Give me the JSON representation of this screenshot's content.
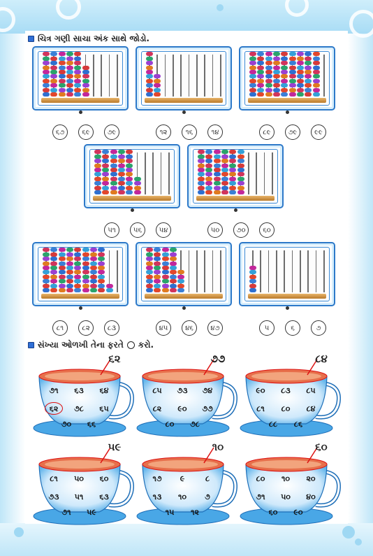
{
  "section1": {
    "heading": "ચિત્ર ગણી સાચા અંક સાથે જોડો.",
    "abacus_rows": [
      {
        "items": [
          {
            "beads": [
              10,
              10,
              10,
              10,
              10,
              7,
              0,
              0,
              0,
              0
            ],
            "options": [
              "૬૭",
              "૬૯",
              "૭૯"
            ]
          },
          {
            "beads": [
              10,
              5,
              0,
              0,
              0,
              0,
              0,
              0,
              0,
              0
            ],
            "options": [
              "૧૨",
              "૧૬",
              "૧૪"
            ]
          },
          {
            "beads": [
              10,
              10,
              10,
              10,
              10,
              10,
              10,
              10,
              10,
              0
            ],
            "options": [
              "૮૯",
              "૭૯",
              "૯૯"
            ]
          }
        ]
      },
      {
        "items": [
          {
            "beads": [
              10,
              10,
              10,
              10,
              10,
              4,
              0,
              0,
              0,
              0
            ],
            "options": [
              "૫૧",
              "૫૬",
              "૫૪"
            ]
          },
          {
            "beads": [
              10,
              10,
              10,
              10,
              10,
              10,
              0,
              0,
              0,
              0
            ],
            "options": [
              "૫૦",
              "૭૦",
              "૬૦"
            ]
          }
        ]
      },
      {
        "items": [
          {
            "beads": [
              10,
              10,
              10,
              10,
              10,
              10,
              10,
              10,
              2,
              0
            ],
            "options": [
              "૮૧",
              "૮૨",
              "૮૩"
            ]
          },
          {
            "beads": [
              10,
              10,
              10,
              10,
              5,
              0,
              0,
              0,
              0,
              0
            ],
            "options": [
              "૪૫",
              "૪૬",
              "૪૭"
            ]
          },
          {
            "beads": [
              6,
              0,
              0,
              0,
              0,
              0,
              0,
              0,
              0,
              0
            ],
            "options": [
              "૫",
              "૬",
              "૭"
            ]
          }
        ]
      }
    ]
  },
  "section2": {
    "heading_part1": "સંખ્યા ઓળખી તેના ફરતે",
    "heading_part2": "કરો.",
    "cups": [
      {
        "tag": "૬૨",
        "numbers": [
          "૭૧",
          "૬૩",
          "૬૪",
          "૬૨",
          "૭૮",
          "૬૫",
          "૭૦",
          "૬૬"
        ],
        "example_circled": "૬૨"
      },
      {
        "tag": "૭૭",
        "numbers": [
          "૮૫",
          "૭૩",
          "૭૪",
          "૮૨",
          "૯૦",
          "૭૭",
          "૮૦",
          "૭૮"
        ]
      },
      {
        "tag": "૮૪",
        "numbers": [
          "૯૦",
          "૮૩",
          "૮૫",
          "૮૧",
          "૮૦",
          "૮૪",
          "૮૮",
          "૮૬"
        ]
      },
      {
        "tag": "૫૯",
        "numbers": [
          "૮૧",
          "૫૦",
          "૬૦",
          "૭૩",
          "૫૧",
          "૬૩",
          "૭૧",
          "૫૯"
        ]
      },
      {
        "tag": "૧૦",
        "numbers": [
          "૧૭",
          "૯",
          "૮",
          "૧૩",
          "૧૦",
          "૭",
          "૧૫",
          "૧૨"
        ]
      },
      {
        "tag": "૬૦",
        "numbers": [
          "૮૦",
          "૧૦",
          "૨૦",
          "૭૧",
          "૫૦",
          "૪૦",
          "૬૦",
          "૯૦"
        ]
      }
    ]
  },
  "colors": {
    "bead_palette": [
      "#2e6fd0",
      "#d63a3a",
      "#3a7fd6",
      "#e2462c",
      "#34a0d8",
      "#c2279b",
      "#e07a1f",
      "#9b3fd1",
      "#2aa36b",
      "#d1345c"
    ],
    "frame": "#2d79c9",
    "plate": "#49a7e6"
  }
}
